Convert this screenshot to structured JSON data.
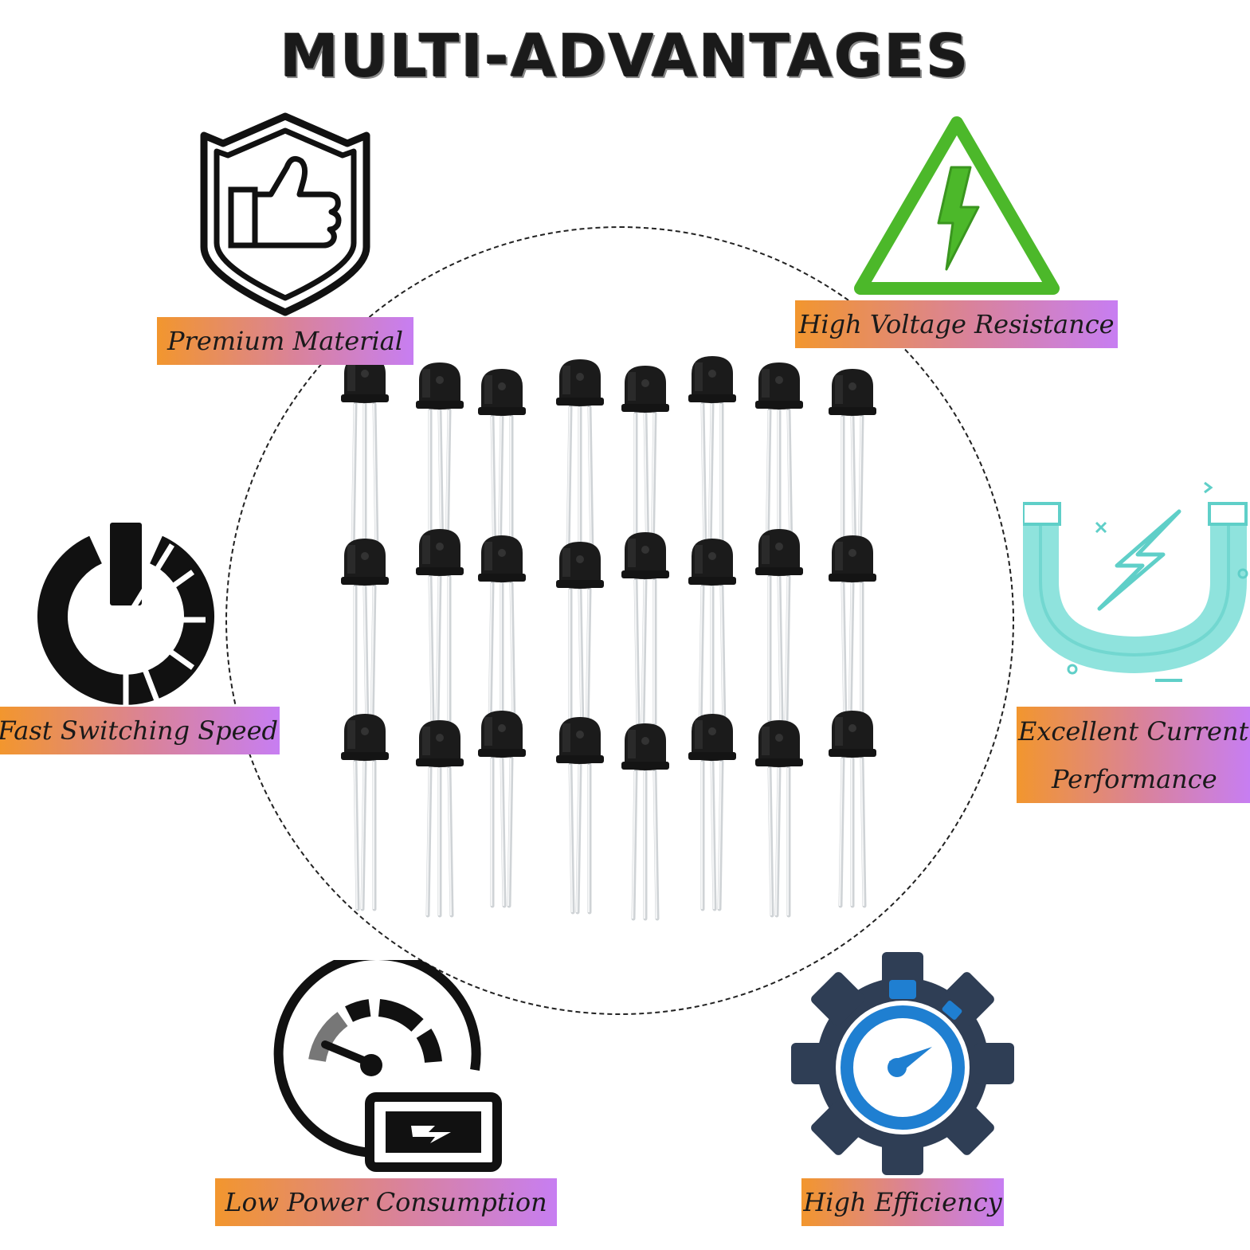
{
  "title": "MULTI-ADVANTAGES",
  "features": {
    "premium_material": "Premium Material",
    "high_voltage": "High Voltage Resistance",
    "fast_switching": "Fast Switching Speed",
    "excellent_current_line1": "Excellent Current",
    "excellent_current_line2": "Performance",
    "low_power": "Low Power Consumption",
    "high_efficiency": "High Efficiency"
  },
  "icons": {
    "premium_material": "shield-thumbs-up-icon",
    "high_voltage": "high-voltage-warning-icon",
    "fast_switching": "power-loading-icon",
    "excellent_current": "magnet-lightning-icon",
    "low_power": "speedometer-battery-icon",
    "high_efficiency": "gear-stopwatch-icon"
  },
  "colors": {
    "label_gradient_start": "#f2962e",
    "label_gradient_end": "#c77ef2",
    "voltage_green": "#4cb82a",
    "magnet_cyan": "#7fded8",
    "gear_navy": "#2f3e55",
    "stopwatch_blue": "#1f7fd1"
  }
}
